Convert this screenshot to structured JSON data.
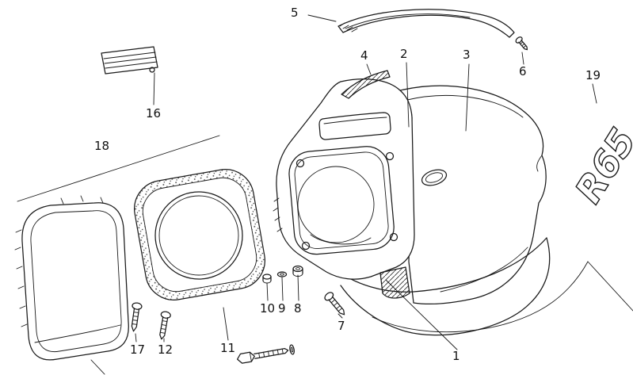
{
  "colors": {
    "background": "#ffffff",
    "ink": "#1a1a1a"
  },
  "logo": {
    "text": "R65"
  },
  "labels": {
    "p1": "1",
    "p2": "2",
    "p3": "3",
    "p4": "4",
    "p5": "5",
    "p6": "6",
    "p7": "7",
    "p8": "8",
    "p9": "9",
    "p10": "10",
    "p11": "11",
    "p12": "12",
    "p16": "16",
    "p17": "17",
    "p18": "18",
    "p19": "19"
  }
}
